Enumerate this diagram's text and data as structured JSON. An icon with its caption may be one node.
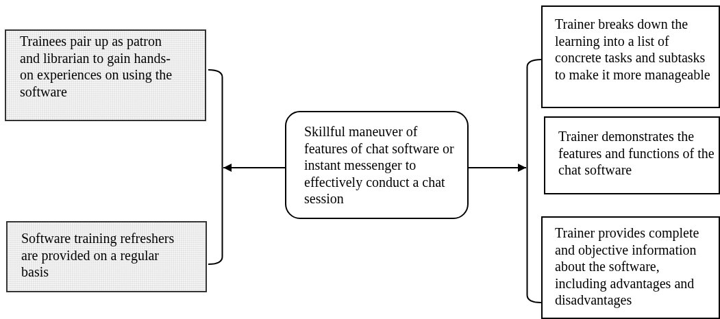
{
  "diagram": {
    "nodes": [
      {
        "text": [
          "Trainees pair up as patron and librarian to gain hands-on experiences on using the software"
        ]
      },
      {
        "text": [
          "Software training refreshers are provided on a regular basis"
        ]
      },
      {
        "text": [
          "Skillful maneuver of features of chat software or instant messenger to effectively conduct a chat session"
        ]
      },
      {
        "text": [
          "Trainer breaks down the learning into a list of concrete tasks and subtasks to make it more manageable"
        ]
      },
      {
        "text": [
          "Trainer demonstrates the features and functions of the chat software"
        ]
      },
      {
        "text": [
          "Trainer provides complete and objective information about the software, including advantages and disadvantages"
        ]
      },
      {
        "text": [],
        "shape": "bracket"
      },
      {
        "text": [],
        "shape": "bracket"
      }
    ],
    "edges": [
      {
        "from": 2,
        "to": 6,
        "arrow": "to"
      },
      {
        "from": 2,
        "to": 7,
        "arrow": "to"
      }
    ]
  }
}
